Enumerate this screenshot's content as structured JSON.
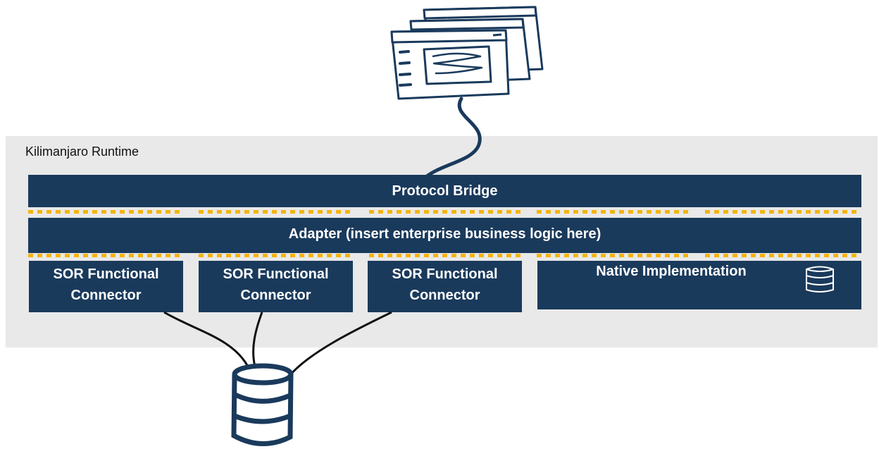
{
  "diagram": {
    "runtime_label": "Kilimanjaro Runtime",
    "protocol_bridge": "Protocol Bridge",
    "adapter": "Adapter (insert enterprise business logic here)",
    "connectors": [
      {
        "line1": "SOR Functional",
        "line2": "Connector"
      },
      {
        "line1": "SOR Functional",
        "line2": "Connector"
      },
      {
        "line1": "SOR Functional",
        "line2": "Connector"
      }
    ],
    "native": "Native Implementation",
    "icons": [
      "browser-windows-icon",
      "database-icon",
      "native-database-icon"
    ],
    "colors": {
      "block": "#1a3a5c",
      "runtime_bg": "#e9e9e9",
      "dots": "#f4b400"
    }
  }
}
